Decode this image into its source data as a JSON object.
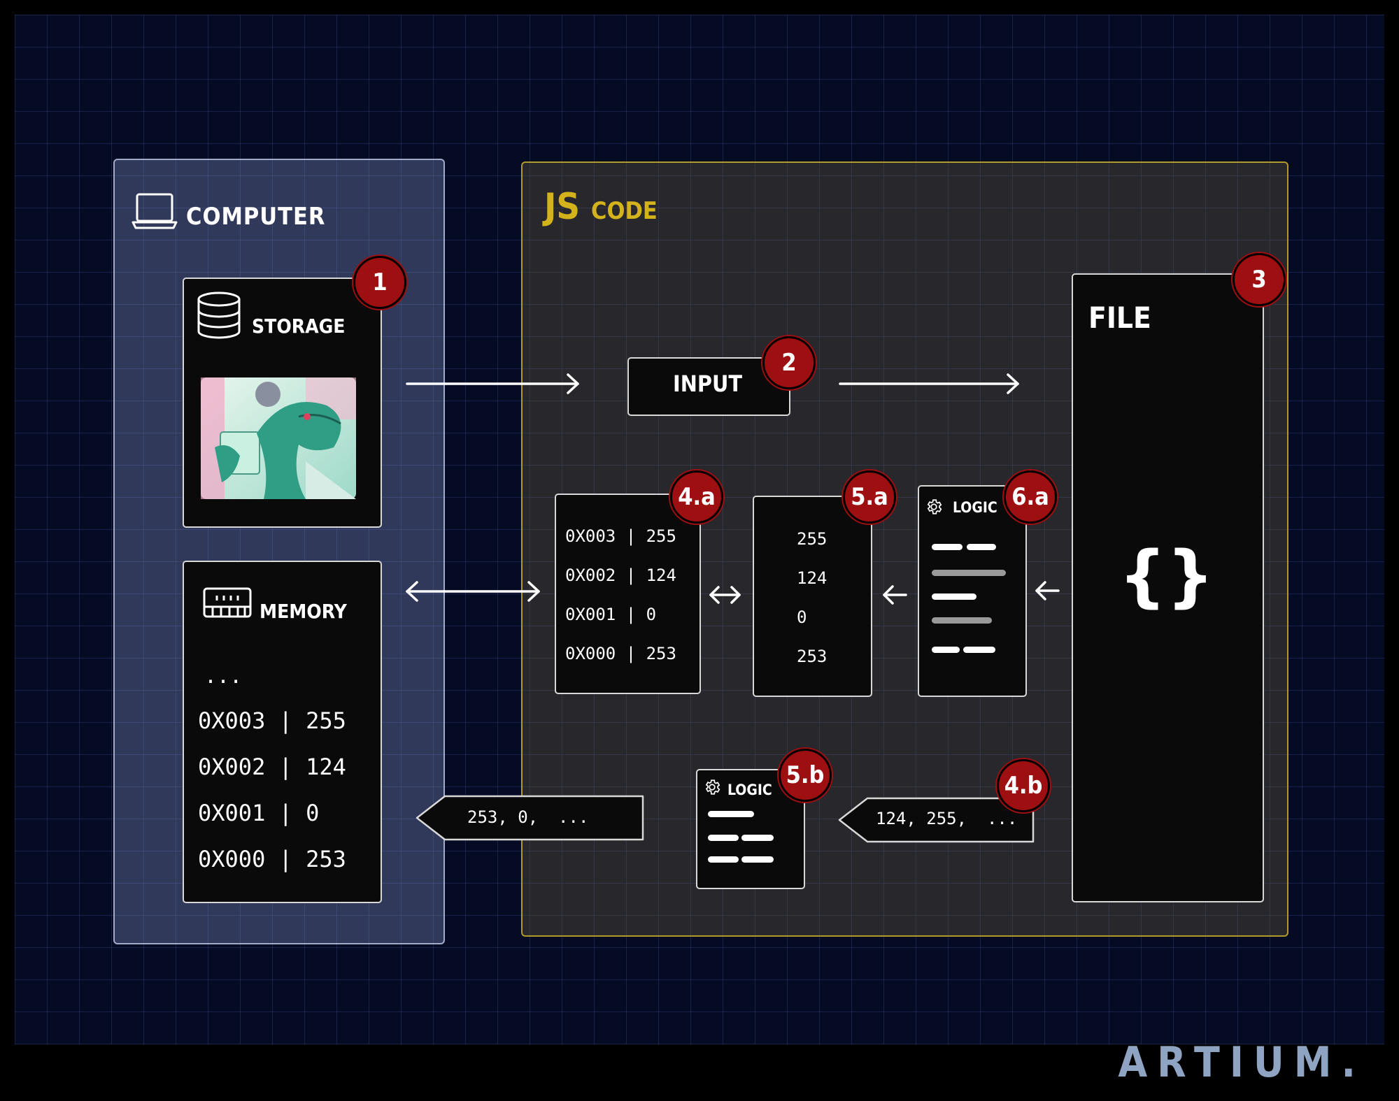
{
  "computer": {
    "title": "COMPUTER",
    "icon": "laptop-icon"
  },
  "storage": {
    "label": "STORAGE",
    "icon": "database-icon",
    "badge": "1",
    "image": "lizard-scientist-illustration"
  },
  "memory": {
    "label": "MEMORY",
    "icon": "ram-chip-icon",
    "ellipsis": "...",
    "rows": [
      "0X003 | 255",
      "0X002 | 124",
      "0X001 | 0",
      "0X000 | 253"
    ]
  },
  "code": {
    "title_js": "JS",
    "title_code": "CODE"
  },
  "input": {
    "label": "INPUT",
    "badge": "2"
  },
  "file": {
    "label": "FILE",
    "badge": "3",
    "glyph": "{}"
  },
  "step_4a": {
    "badge": "4.a",
    "rows": [
      "0X003 | 255",
      "0X002 | 124",
      "0X001 | 0",
      "0X000 | 253"
    ]
  },
  "step_5a": {
    "badge": "5.a",
    "values": [
      "255",
      "124",
      "0",
      "253"
    ]
  },
  "step_6a": {
    "badge": "6.a",
    "label": "LOGIC",
    "icon": "gear-icon"
  },
  "step_5b": {
    "badge": "5.b",
    "label": "LOGIC",
    "icon": "gear-icon"
  },
  "step_4b": {
    "badge": "4.b",
    "stream": "124, 255,  ..."
  },
  "output_stream": {
    "text": "253, 0,  ..."
  },
  "brand": {
    "name": "ARTIUM."
  },
  "colors": {
    "accent_red": "#9e0f12",
    "js_yellow": "#d4b21c",
    "brand_blue": "#8fa3c2"
  }
}
